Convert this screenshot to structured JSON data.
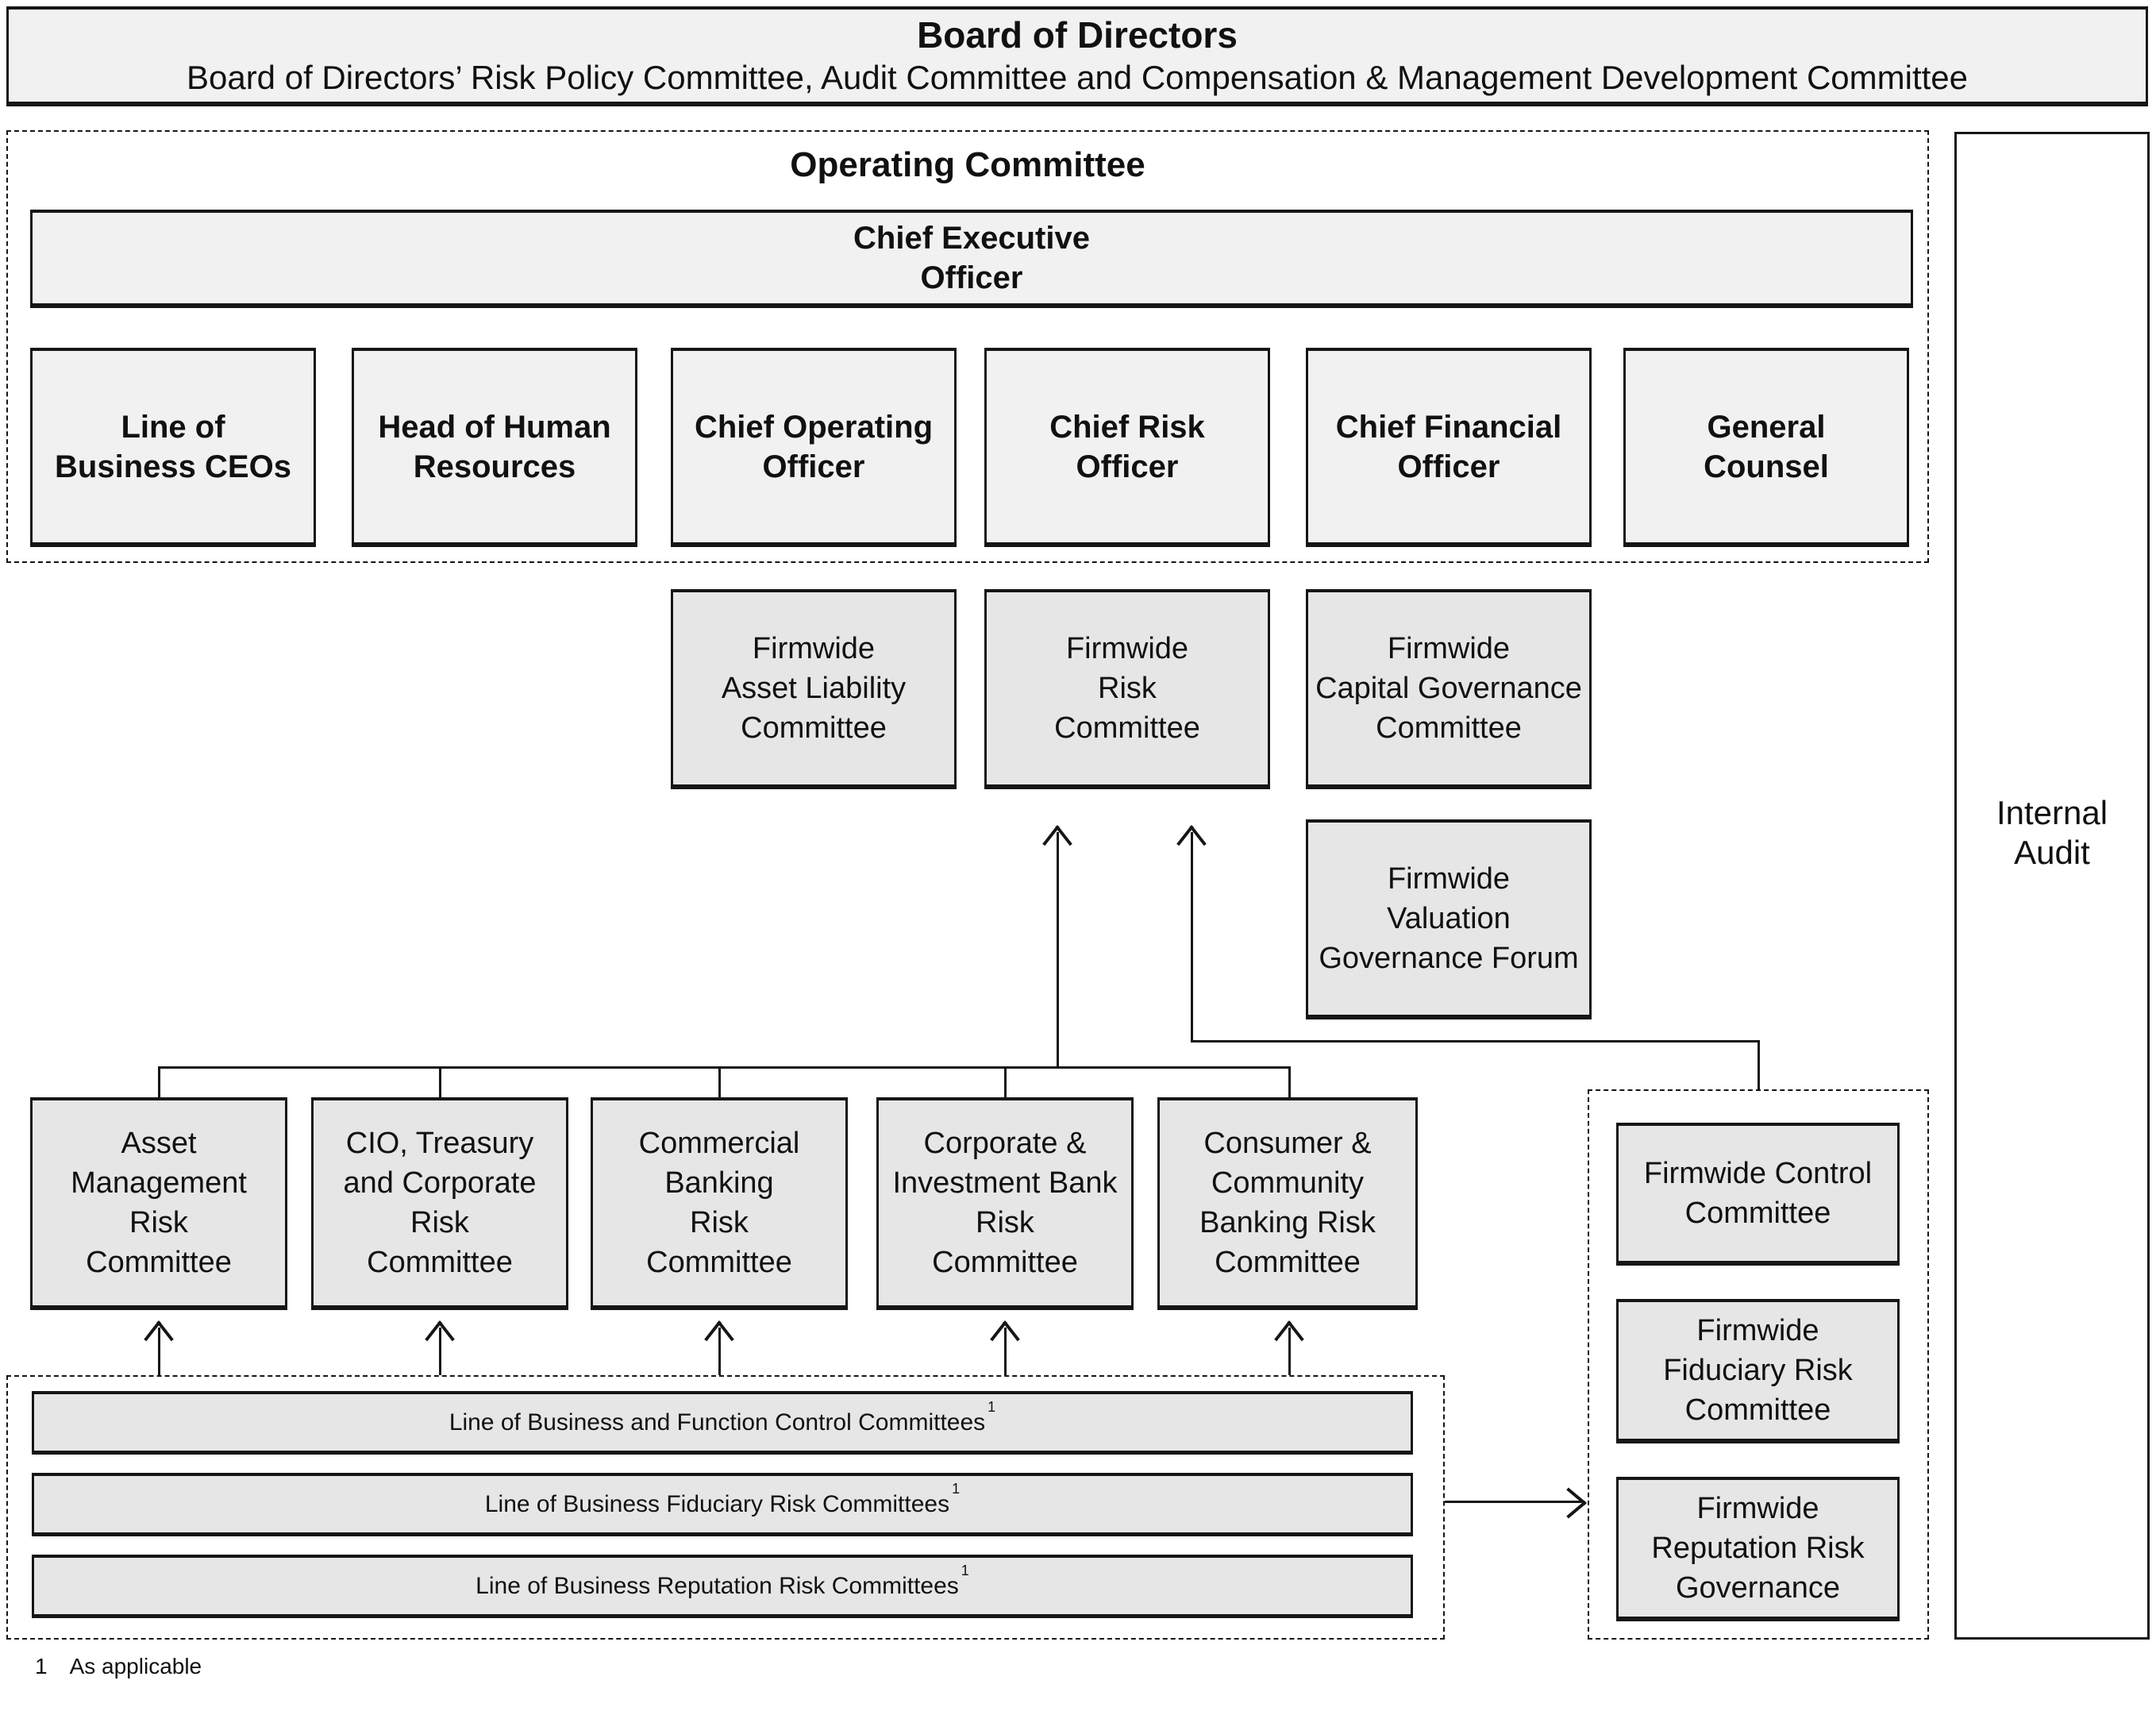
{
  "colors": {
    "box_light": "#f1f1f1",
    "box_mid": "#e6e6e6",
    "line": "#161616",
    "background": "#ffffff"
  },
  "board": {
    "title": "Board of Directors",
    "subtitle": "Board of Directors’ Risk Policy Committee, Audit Committee and Compensation & Management Development Committee"
  },
  "operating": {
    "label": "Operating Committee",
    "ceo": "Chief Executive\nOfficer",
    "officers": [
      {
        "label": "Line of\nBusiness CEOs"
      },
      {
        "label": "Head of Human\nResources"
      },
      {
        "label": "Chief Operating\nOfficer"
      },
      {
        "label": "Chief Risk\nOfficer"
      },
      {
        "label": "Chief Financial\nOfficer"
      },
      {
        "label": "General\nCounsel"
      }
    ]
  },
  "firmwide": [
    {
      "label": "Firmwide\nAsset Liability\nCommittee"
    },
    {
      "label": "Firmwide\nRisk\nCommittee"
    },
    {
      "label": "Firmwide\nCapital Governance\nCommittee"
    },
    {
      "label": "Firmwide\nValuation\nGovernance Forum"
    }
  ],
  "risk": [
    {
      "label": "Asset\nManagement\nRisk\nCommittee"
    },
    {
      "label": "CIO, Treasury\nand Corporate\nRisk\nCommittee"
    },
    {
      "label": "Commercial\nBanking\nRisk\nCommittee"
    },
    {
      "label": "Corporate &\nInvestment Bank\nRisk\nCommittee"
    },
    {
      "label": "Consumer &\nCommunity\nBanking Risk\nCommittee"
    }
  ],
  "group": [
    {
      "label": "Firmwide Control\nCommittee"
    },
    {
      "label": "Firmwide\nFiduciary Risk\nCommittee"
    },
    {
      "label": "Firmwide\nReputation Risk\nGovernance"
    }
  ],
  "bars": {
    "marker": "1",
    "items": [
      {
        "label": "Line of Business and Function Control Committees"
      },
      {
        "label": "Line of Business Fiduciary Risk Committees"
      },
      {
        "label": "Line of Business Reputation Risk Committees"
      }
    ]
  },
  "internal_audit": {
    "label": "Internal\nAudit"
  },
  "footnote": {
    "marker": "1",
    "text": "As applicable"
  }
}
